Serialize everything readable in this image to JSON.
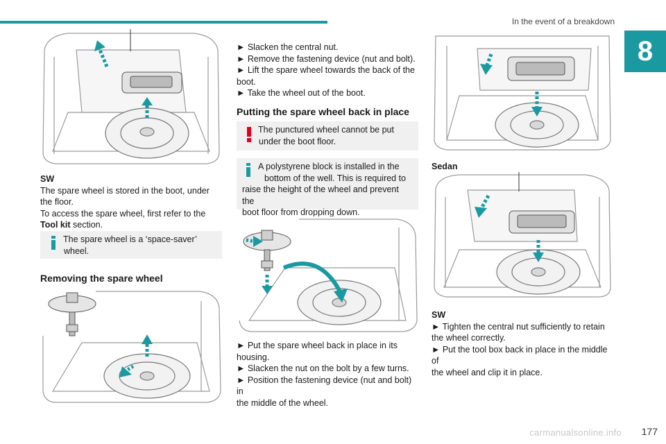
{
  "header": {
    "section_title": "In the event of a breakdown",
    "chapter_number": "8"
  },
  "col1": {
    "caption_label": "SW",
    "p1": "The spare wheel is stored in the boot, under the floor.",
    "p2_pre": "To access the spare wheel, first refer to the ",
    "p2_bold": "Tool kit",
    "p2_post": " section.",
    "note_line1": "The spare wheel is a ‘space-saver’",
    "note_line2": "wheel.",
    "heading_removing": "Removing the spare wheel"
  },
  "col2": {
    "steps_remove": [
      "► Slacken the central nut.",
      "► Remove the fastening device (nut and bolt).",
      "► Lift the spare wheel towards the back of the",
      "boot.",
      "► Take the wheel out of the boot."
    ],
    "heading_putting": "Putting the spare wheel back in place",
    "warning_line1": "The punctured wheel cannot be put",
    "warning_line2": "under the boot floor.",
    "info_lines": [
      "A polystyrene block is installed in the",
      "bottom of the well. This is required to",
      "raise the height of the wheel and prevent the",
      "boot floor from dropping down."
    ],
    "steps_back": [
      "► Put the spare wheel back in place in its",
      "housing.",
      "► Slacken the nut on the bolt by a few turns.",
      "► Position the fastening device (nut and bolt) in",
      "the middle of the wheel."
    ]
  },
  "col3": {
    "caption_sedan": "Sedan",
    "caption_sw": "SW",
    "steps": [
      "► Tighten the central nut sufficiently to retain",
      "the wheel correctly.",
      "► Put the tool box back in place in the middle of",
      "the wheel and clip it in place."
    ]
  },
  "footer": {
    "watermark": "carmanualsonline.info",
    "page_number": "177"
  },
  "colors": {
    "accent": "#1a9aa0",
    "warning": "#e2001a",
    "info": "#1a9aa0"
  }
}
